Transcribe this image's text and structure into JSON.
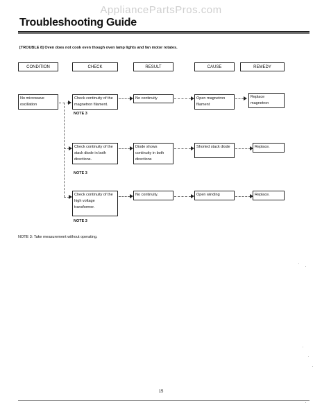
{
  "watermark": "AppliancePartsPros.com",
  "title": "Troubleshooting Guide",
  "trouble_heading": "[TROUBLE 8] Oven does not cook even though oven lamp lights and fan motor rotates.",
  "headers": [
    "CONDITION",
    "CHECK",
    "RESULT",
    "CAUSE",
    "REMEDY"
  ],
  "condition": "No microwave oscillation",
  "rows": [
    {
      "check": "Check continuity of the magnetron filament.",
      "note": "NOTE 3",
      "result": "No continuity",
      "cause": "Open magnetron filament",
      "remedy": "Replace magnetron"
    },
    {
      "check": "Check continuity of the stack diode in both directions.",
      "note": "NOTE 3",
      "result": "Diode shows continuity in both directions",
      "cause": "Shorted stack diode",
      "remedy": "Replace."
    },
    {
      "check": "Check continuity of the high voltage transformer.",
      "note": "NOTE 3",
      "result": "No continuity.",
      "cause": "Open winding",
      "remedy": "Replace."
    }
  ],
  "footnote": "NOTE 3: Take measurement without operating.",
  "page_number": "15"
}
